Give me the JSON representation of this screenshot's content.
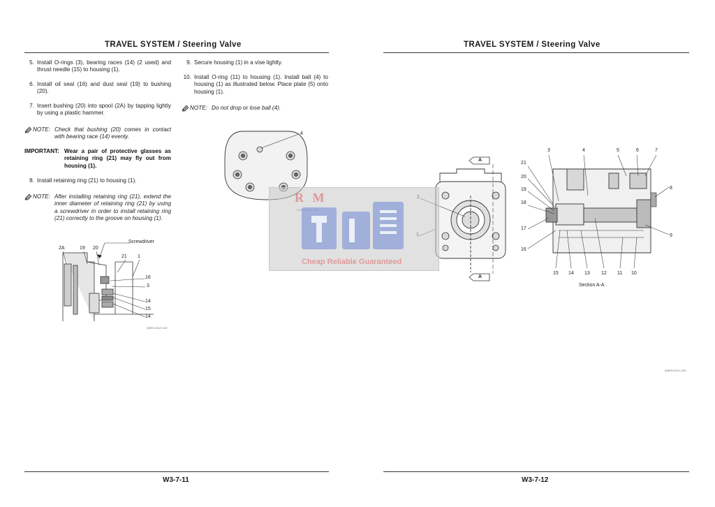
{
  "left_page": {
    "header": "TRAVEL SYSTEM / Steering Valve",
    "footer": "W3-7-11",
    "steps": [
      {
        "num": "5.",
        "text": "Install O-rings (3), bearing races (14) (2 used) and thrust needle (15) to housing (1)."
      },
      {
        "num": "6.",
        "text": "Install oil seal (16) and dust seal (19) to bushing (20)."
      },
      {
        "num": "7.",
        "text": "Insert bushing (20) into spool (2A) by tapping lightly by using a plastic hammer."
      },
      {
        "num": "8.",
        "text": "Install retaining ring (21) to housing (1)."
      }
    ],
    "note1": {
      "label": "NOTE:",
      "text": "Check that bushing (20) comes in contact with bearing race (14) evenly."
    },
    "important": {
      "label": "IMPORTANT:",
      "text": "Wear a pair of protective glasses as retaining ring (21) may fly out from housing (1)."
    },
    "note2": {
      "label": "NOTE:",
      "text": "After installing retaining ring (21), extend the inner diameter of retaining ring (21) by using a screwdriver in order to install retaining ring (21) correctly to the groove on housing (1)."
    },
    "figure": {
      "screwdriver_label": "Screwdriver",
      "callouts": [
        "2A",
        "19",
        "20",
        "21",
        "1",
        "16",
        "3",
        "14",
        "15",
        "14"
      ],
      "code": "W4P0-03-07-027"
    }
  },
  "right_page": {
    "header": "TRAVEL SYSTEM / Steering Valve",
    "footer": "W3-7-12",
    "steps": [
      {
        "num": "9.",
        "text": "Secure housing (1) in a vise lightly."
      },
      {
        "num": "10.",
        "text": "Install O-ring (11) to housing (1). Install ball (4) to housing (1) as illustrated below. Place plate (5) onto housing (1)."
      }
    ],
    "note": {
      "label": "NOTE:",
      "text": "Do not drop or lose ball (4)."
    },
    "figure_top": {
      "callout": "4",
      "code": "W4P0-03-07-028"
    },
    "figure_front": {
      "callouts": [
        "2",
        "1"
      ],
      "section_marks": [
        "A",
        "A"
      ]
    },
    "figure_section": {
      "caption": "Section A-A",
      "callouts_top": [
        "3",
        "4",
        "5",
        "6",
        "7"
      ],
      "callouts_left": [
        "21",
        "20",
        "19",
        "18",
        "17",
        "16"
      ],
      "callouts_right": [
        "8",
        "9"
      ],
      "callouts_bottom": [
        "15",
        "14",
        "13",
        "12",
        "11",
        "10"
      ],
      "code": "W4P0-03-07-029"
    }
  },
  "watermark": {
    "letters": "R M",
    "tagline": "Cheap Reliable Guaranteed"
  },
  "colors": {
    "text": "#222222",
    "rule": "#333333",
    "watermark_bg": "#c8c8c8",
    "watermark_logo": "#7b8fd6",
    "watermark_text": "#e08282"
  }
}
